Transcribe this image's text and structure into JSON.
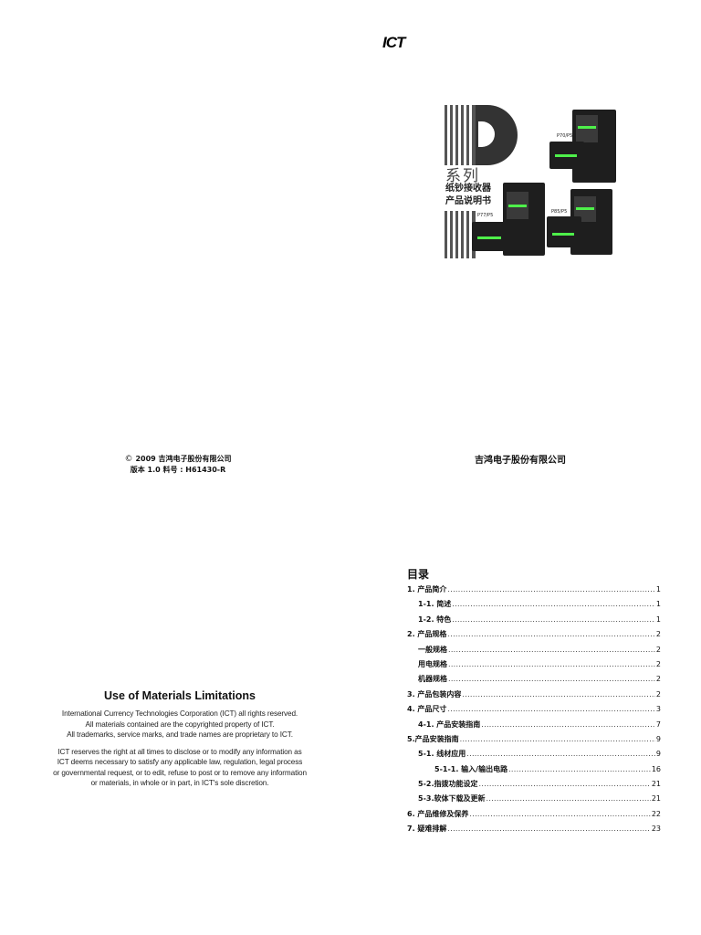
{
  "logo": "ICT",
  "cover": {
    "letter": "P",
    "series": "系列",
    "subtitle_line1": "纸钞接收器",
    "subtitle_line2": "产品说明书",
    "devices": [
      "P70/P5",
      "P77/P5",
      "P85/P5"
    ]
  },
  "copyright": {
    "line1": "2009 吉鸿电子股份有限公司",
    "line2": "版本 1.0   料号 : H61430-R"
  },
  "company_name": "吉鸿电子股份有限公司",
  "limitations": {
    "title": "Use of Materials Limitations",
    "para1": [
      "International Currency Technologies Corporation (ICT) all rights reserved.",
      "All materials contained are the copyrighted property of ICT.",
      "All trademarks, service marks, and trade names are proprietary to ICT."
    ],
    "para2": [
      "ICT reserves the right at all times to disclose or to modify any information as",
      "ICT deems necessary to satisfy any applicable law, regulation, legal process",
      "or governmental request, or to edit, refuse to post or to remove any information",
      "or materials, in whole or in part, in ICT's sole discretion."
    ]
  },
  "toc": {
    "title": "目录",
    "entries": [
      {
        "label": "1. 产品简介",
        "page": "1",
        "level": 1
      },
      {
        "label": "1-1. 简述",
        "page": "1",
        "level": 2
      },
      {
        "label": "1-2. 特色",
        "page": "1",
        "level": 2
      },
      {
        "label": "2. 产品规格",
        "page": "2",
        "level": 1
      },
      {
        "label": "一般规格",
        "page": "2",
        "level": 2
      },
      {
        "label": "用电规格",
        "page": "2",
        "level": 2
      },
      {
        "label": "机器规格",
        "page": "2",
        "level": 2
      },
      {
        "label": "3. 产品包装内容",
        "page": "2",
        "level": 1
      },
      {
        "label": "4. 产品尺寸",
        "page": "3",
        "level": 1
      },
      {
        "label": "4-1. 产品安装指南",
        "page": "7",
        "level": 2
      },
      {
        "label": "5.产品安装指南",
        "page": "9",
        "level": 1
      },
      {
        "label": "5-1. 线材应用",
        "page": "9",
        "level": 2
      },
      {
        "label": "5-1-1. 输入/输出电路",
        "page": "16",
        "level": 3
      },
      {
        "label": "5-2.指拨功能设定",
        "page": "21",
        "level": 2
      },
      {
        "label": "5-3.软体下载及更新",
        "page": "21",
        "level": 2
      },
      {
        "label": "6. 产品维修及保养",
        "page": "22",
        "level": 1
      },
      {
        "label": "7. 疑难排解",
        "page": "23",
        "level": 1
      }
    ]
  }
}
